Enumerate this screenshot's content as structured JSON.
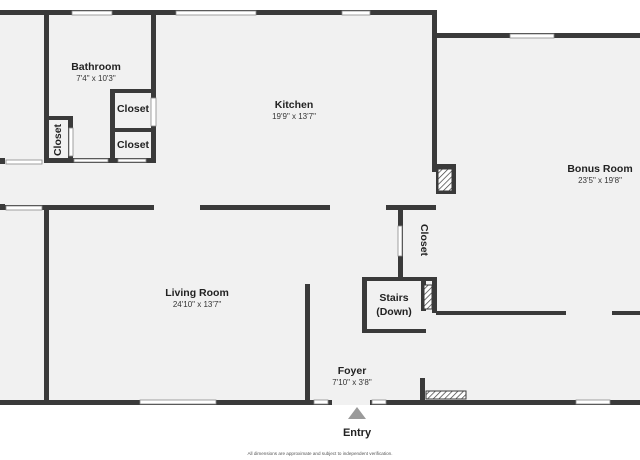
{
  "rooms": {
    "bathroom": {
      "name": "Bathroom",
      "dims": "7'4\" x 10'3\""
    },
    "closet_left": {
      "name": "Closet"
    },
    "closet_upper": {
      "name": "Closet"
    },
    "closet_lower": {
      "name": "Closet"
    },
    "kitchen": {
      "name": "Kitchen",
      "dims": "19'9\" x 13'7\""
    },
    "bonus_room": {
      "name": "Bonus Room",
      "dims": "23'5\" x 19'8\""
    },
    "closet_right": {
      "name": "Closet"
    },
    "living_room": {
      "name": "Living Room",
      "dims": "24'10\" x 13'7\""
    },
    "stairs": {
      "line1": "Stairs",
      "line2": "(Down)"
    },
    "foyer": {
      "name": "Foyer",
      "dims": "7'10\" x 3'8\""
    }
  },
  "entry": {
    "label": "Entry",
    "icon": "entry-arrow-icon"
  },
  "disclaimer": "All dimensions are approximate and subject to independent verification.",
  "colors": {
    "wall": "#3a3a3a",
    "floor": "#f1f1f1",
    "background": "#ffffff"
  }
}
